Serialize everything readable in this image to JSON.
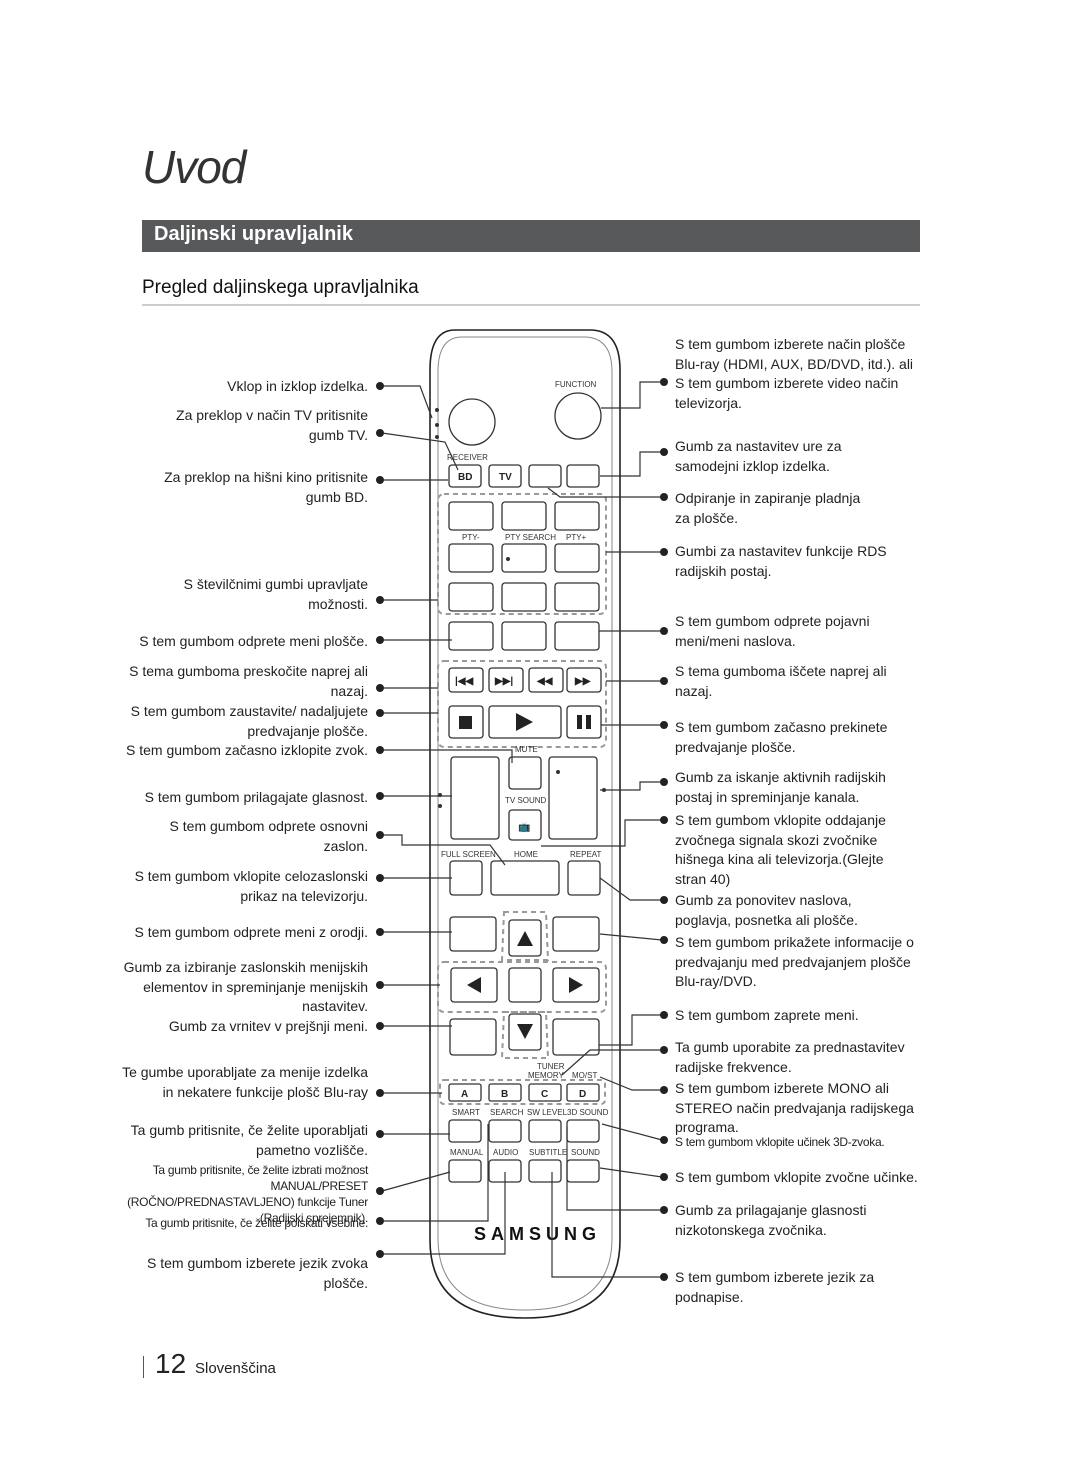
{
  "chapter_title": "Uvod",
  "section_title": "Daljinski upravljalnik",
  "subsection_title": "Pregled daljinskega upravljalnika",
  "left_labels": [
    {
      "id": "l1",
      "text": "Vklop in izklop izdelka."
    },
    {
      "id": "l2",
      "text": "Za preklop v način TV pritisnite gumb TV."
    },
    {
      "id": "l3",
      "text": "Za preklop na hišni kino pritisnite gumb BD."
    },
    {
      "id": "l4",
      "text": "S številčnimi gumbi upravljate možnosti."
    },
    {
      "id": "l5",
      "text": "S tem gumbom odprete meni plošče."
    },
    {
      "id": "l6",
      "text": "S tema gumboma preskočite naprej ali nazaj."
    },
    {
      "id": "l7",
      "text": "S tem gumbom zaustavite/ nadaljujete predvajanje plošče."
    },
    {
      "id": "l8",
      "text": "S tem gumbom začasno izklopite zvok."
    },
    {
      "id": "l9",
      "text": "S tem gumbom prilagajate glasnost."
    },
    {
      "id": "l10",
      "text": "S tem gumbom odprete osnovni zaslon."
    },
    {
      "id": "l11",
      "text": "S tem gumbom vklopite celozaslonski prikaz na televizorju."
    },
    {
      "id": "l12",
      "text": "S tem gumbom odprete meni z orodji."
    },
    {
      "id": "l13",
      "text": "Gumb za izbiranje zaslonskih menijskih elementov in spreminjanje menijskih nastavitev."
    },
    {
      "id": "l14",
      "text": "Gumb za vrnitev v prejšnji meni."
    },
    {
      "id": "l15",
      "text": "Te gumbe uporabljate za menije izdelka in nekatere funkcije plošč Blu-ray"
    },
    {
      "id": "l16",
      "text": "Ta gumb pritisnite, če želite uporabljati pametno vozlišče."
    },
    {
      "id": "l17",
      "text": "Ta gumb pritisnite, če želite izbrati možnost MANUAL/PRESET (ROČNO/PREDNASTAVLJENO) funkcije Tuner (Radijski sprejemnik)."
    },
    {
      "id": "l18",
      "text": "Ta gumb pritisnite, če želite poiskati vsebine."
    },
    {
      "id": "l19",
      "text": "S tem gumbom izberete jezik zvoka plošče."
    }
  ],
  "right_labels": [
    {
      "id": "r1",
      "text": "S tem gumbom izberete način plošče Blu-ray (HDMI, AUX, BD/DVD, itd.). ali S tem gumbom izberete video način televizorja."
    },
    {
      "id": "r2",
      "text": "Gumb za nastavitev ure za samodejni izklop izdelka."
    },
    {
      "id": "r3",
      "text": "Odpiranje in zapiranje pladnja za plošče."
    },
    {
      "id": "r4",
      "text": "Gumbi za nastavitev funkcije RDS radijskih postaj."
    },
    {
      "id": "r5",
      "text": "S tem gumbom odprete pojavni meni/meni naslova."
    },
    {
      "id": "r6",
      "text": "S tema gumboma iščete naprej ali nazaj."
    },
    {
      "id": "r7",
      "text": "S tem gumbom začasno prekinete predvajanje plošče."
    },
    {
      "id": "r8",
      "text": "Gumb za iskanje aktivnih radijskih postaj in spreminjanje kanala."
    },
    {
      "id": "r9",
      "text": "S tem gumbom vklopite oddajanje zvočnega signala skozi zvočnike hišnega kina ali televizorja.(Glejte stran 40)"
    },
    {
      "id": "r10",
      "text": "Gumb za ponovitev naslova, poglavja, posnetka ali plošče."
    },
    {
      "id": "r11",
      "text": "S tem gumbom prikažete informacije o predvajanju med predvajanjem plošče Blu-ray/DVD."
    },
    {
      "id": "r12",
      "text": "S tem gumbom zaprete meni."
    },
    {
      "id": "r13",
      "text": "Ta gumb uporabite za prednastavitev radijske frekvence."
    },
    {
      "id": "r14",
      "text": "S tem gumbom izberete MONO ali STEREO način predvajanja radijskega programa."
    },
    {
      "id": "r15",
      "text": "S tem gumbom vklopite učinek 3D-zvoka."
    },
    {
      "id": "r16",
      "text": "S tem gumbom vklopite zvočne učinke."
    },
    {
      "id": "r17",
      "text": "Gumb za prilagajanje glasnosti nizkotonskega zvočnika."
    },
    {
      "id": "r18",
      "text": "S tem gumbom izberete jezik za podnapise."
    }
  ],
  "remote": {
    "function": "FUNCTION",
    "receiver": "RECEIVER",
    "bd": "BD",
    "tv": "TV",
    "pty_minus": "PTY-",
    "pty_search": "PTY SEARCH",
    "pty_plus": "PTY+",
    "mute": "MUTE",
    "tv_sound": "TV SOUND",
    "full_screen": "FULL SCREEN",
    "home": "HOME",
    "repeat": "REPEAT",
    "tuner_memory": "TUNER MEMORY",
    "mo_st": "MO/ST",
    "a": "A",
    "b": "B",
    "c": "C",
    "d": "D",
    "smart": "SMART",
    "search": "SEARCH",
    "sw_level": "SW LEVEL",
    "sound3d": "3D SOUND",
    "manual": "MANUAL",
    "audio": "AUDIO",
    "subtitle": "SUBTITLE",
    "sound": "SOUND",
    "brand": "SAMSUNG"
  },
  "footer": {
    "page": "12",
    "language": "Slovenščina"
  }
}
